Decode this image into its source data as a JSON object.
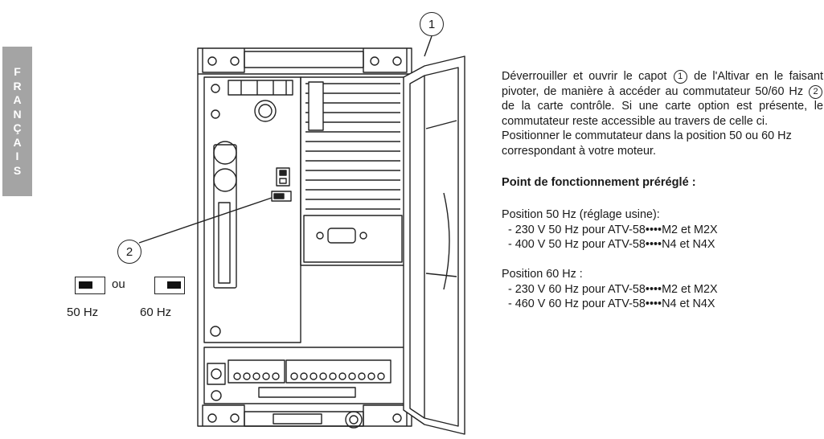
{
  "language_tab": {
    "letters": [
      "F",
      "R",
      "A",
      "N",
      "Ç",
      "A",
      "I",
      "S"
    ],
    "background": "#a4a4a4"
  },
  "callouts": {
    "cover": "1",
    "switch": "2"
  },
  "switch_legend": {
    "or_label": "ou",
    "label_50": "50 Hz",
    "label_60": "60 Hz"
  },
  "instructions": {
    "part1": "Déverrouiller et ouvrir le capot ",
    "part2": " de l'Altivar en le faisant pivoter, de manière à accéder au commutateur 50/60 Hz ",
    "part3": " de la carte contrôle. Si une carte option est présente, le commutateur reste accessible au travers de celle ci.",
    "line2": "Positionner le commutateur dans la position 50 ou 60 Hz correspondant à votre moteur."
  },
  "preset": {
    "title": "Point de fonctionnement préréglé :",
    "position_50": {
      "title": "Position 50 Hz (réglage usine):",
      "items": [
        "- 230 V 50 Hz pour ATV-58••••M2 et M2X",
        "- 400 V 50 Hz pour ATV-58••••N4 et N4X"
      ]
    },
    "position_60": {
      "title": "Position 60 Hz :",
      "items": [
        "- 230 V 60 Hz pour ATV-58••••M2 et M2X",
        "- 460 V 60 Hz pour ATV-58••••N4 et N4X"
      ]
    }
  },
  "colors": {
    "line": "#222222",
    "tab_text": "#ffffff"
  }
}
